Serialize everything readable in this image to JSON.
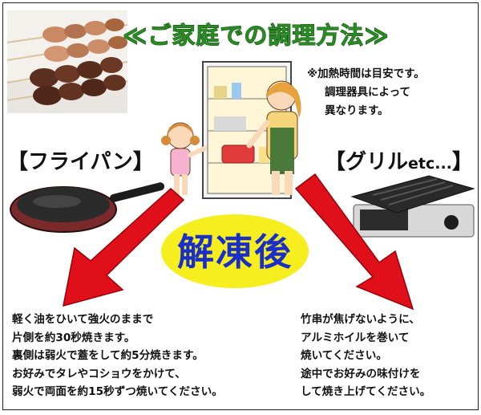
{
  "title": "≪ご家庭での調理方法≫",
  "note": {
    "line1": "※加熱時間は目安です。",
    "line2": "調理器具によって",
    "line3": "異なります。"
  },
  "labels": {
    "frying_pan": "【フライパン】",
    "grill_main": "【グリル",
    "grill_etc": "etc...",
    "grill_close": "】"
  },
  "badge": "解凍後",
  "instructions_left": [
    "軽く油をひいて強火のままで",
    "片側を約30秒焼きます。",
    "裏側は弱火で蓋をして約5分焼きます。",
    "お好みでタレやコショウをかけて、",
    "弱火で両面を約15秒ずつ焼いてください。"
  ],
  "instructions_right": [
    "竹串が焦げないように、",
    "アルミホイルを巻いて",
    "焼いてください。",
    "途中でお好みの味付けを",
    "して焼き上げてください。"
  ],
  "colors": {
    "title_green": "#2a8a24",
    "arrow_red": "#e0101a",
    "badge_yellow": "#f7ee1f",
    "badge_text_blue": "#1a2fc7"
  }
}
